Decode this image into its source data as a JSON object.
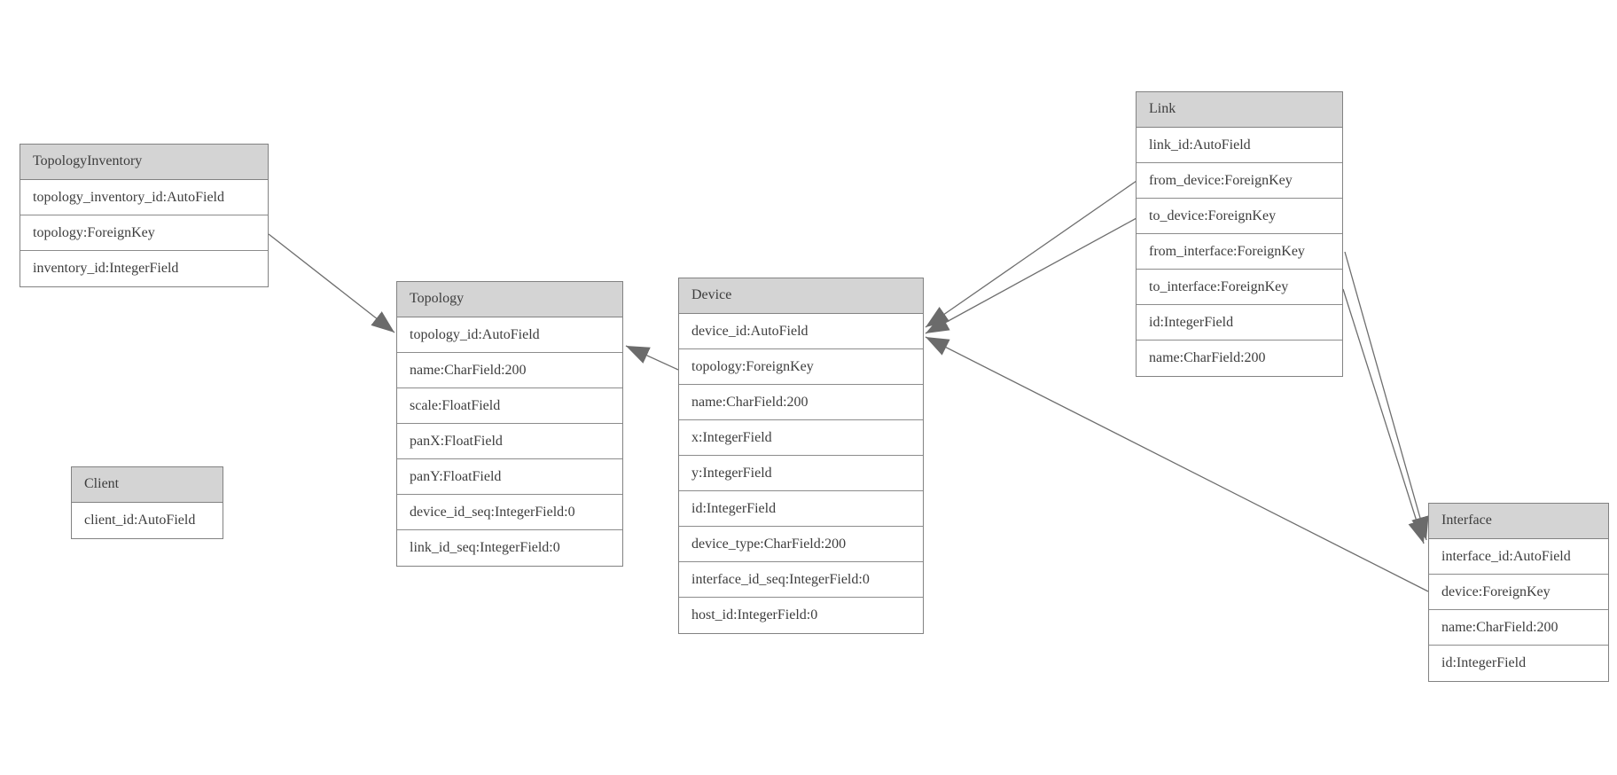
{
  "diagram": {
    "type": "entity-relationship-model-diagram",
    "entities": [
      {
        "name": "TopologyInventory",
        "fields": [
          "topology_inventory_id:AutoField",
          "topology:ForeignKey",
          "inventory_id:IntegerField"
        ]
      },
      {
        "name": "Topology",
        "fields": [
          "topology_id:AutoField",
          "name:CharField:200",
          "scale:FloatField",
          "panX:FloatField",
          "panY:FloatField",
          "device_id_seq:IntegerField:0",
          "link_id_seq:IntegerField:0"
        ]
      },
      {
        "name": "Client",
        "fields": [
          "client_id:AutoField"
        ]
      },
      {
        "name": "Device",
        "fields": [
          "device_id:AutoField",
          "topology:ForeignKey",
          "name:CharField:200",
          "x:IntegerField",
          "y:IntegerField",
          "id:IntegerField",
          "device_type:CharField:200",
          "interface_id_seq:IntegerField:0",
          "host_id:IntegerField:0"
        ]
      },
      {
        "name": "Link",
        "fields": [
          "link_id:AutoField",
          "from_device:ForeignKey",
          "to_device:ForeignKey",
          "from_interface:ForeignKey",
          "to_interface:ForeignKey",
          "id:IntegerField",
          "name:CharField:200"
        ]
      },
      {
        "name": "Interface",
        "fields": [
          "interface_id:AutoField",
          "device:ForeignKey",
          "name:CharField:200",
          "id:IntegerField"
        ]
      }
    ],
    "relationships": [
      {
        "from": "TopologyInventory.topology",
        "to": "Topology"
      },
      {
        "from": "Device.topology",
        "to": "Topology"
      },
      {
        "from": "Link.from_device",
        "to": "Device"
      },
      {
        "from": "Link.to_device",
        "to": "Device"
      },
      {
        "from": "Interface.device",
        "to": "Device"
      },
      {
        "from": "Link.from_interface",
        "to": "Interface"
      },
      {
        "from": "Link.to_interface",
        "to": "Interface"
      }
    ],
    "colors": {
      "background": "#ffffff",
      "header_fill": "#d4d4d4",
      "border": "#828282",
      "row_border": "#8c8c8c",
      "text": "#3d3d3d",
      "line": "#6e6e6e",
      "arrow": "#6b6b6b"
    }
  }
}
